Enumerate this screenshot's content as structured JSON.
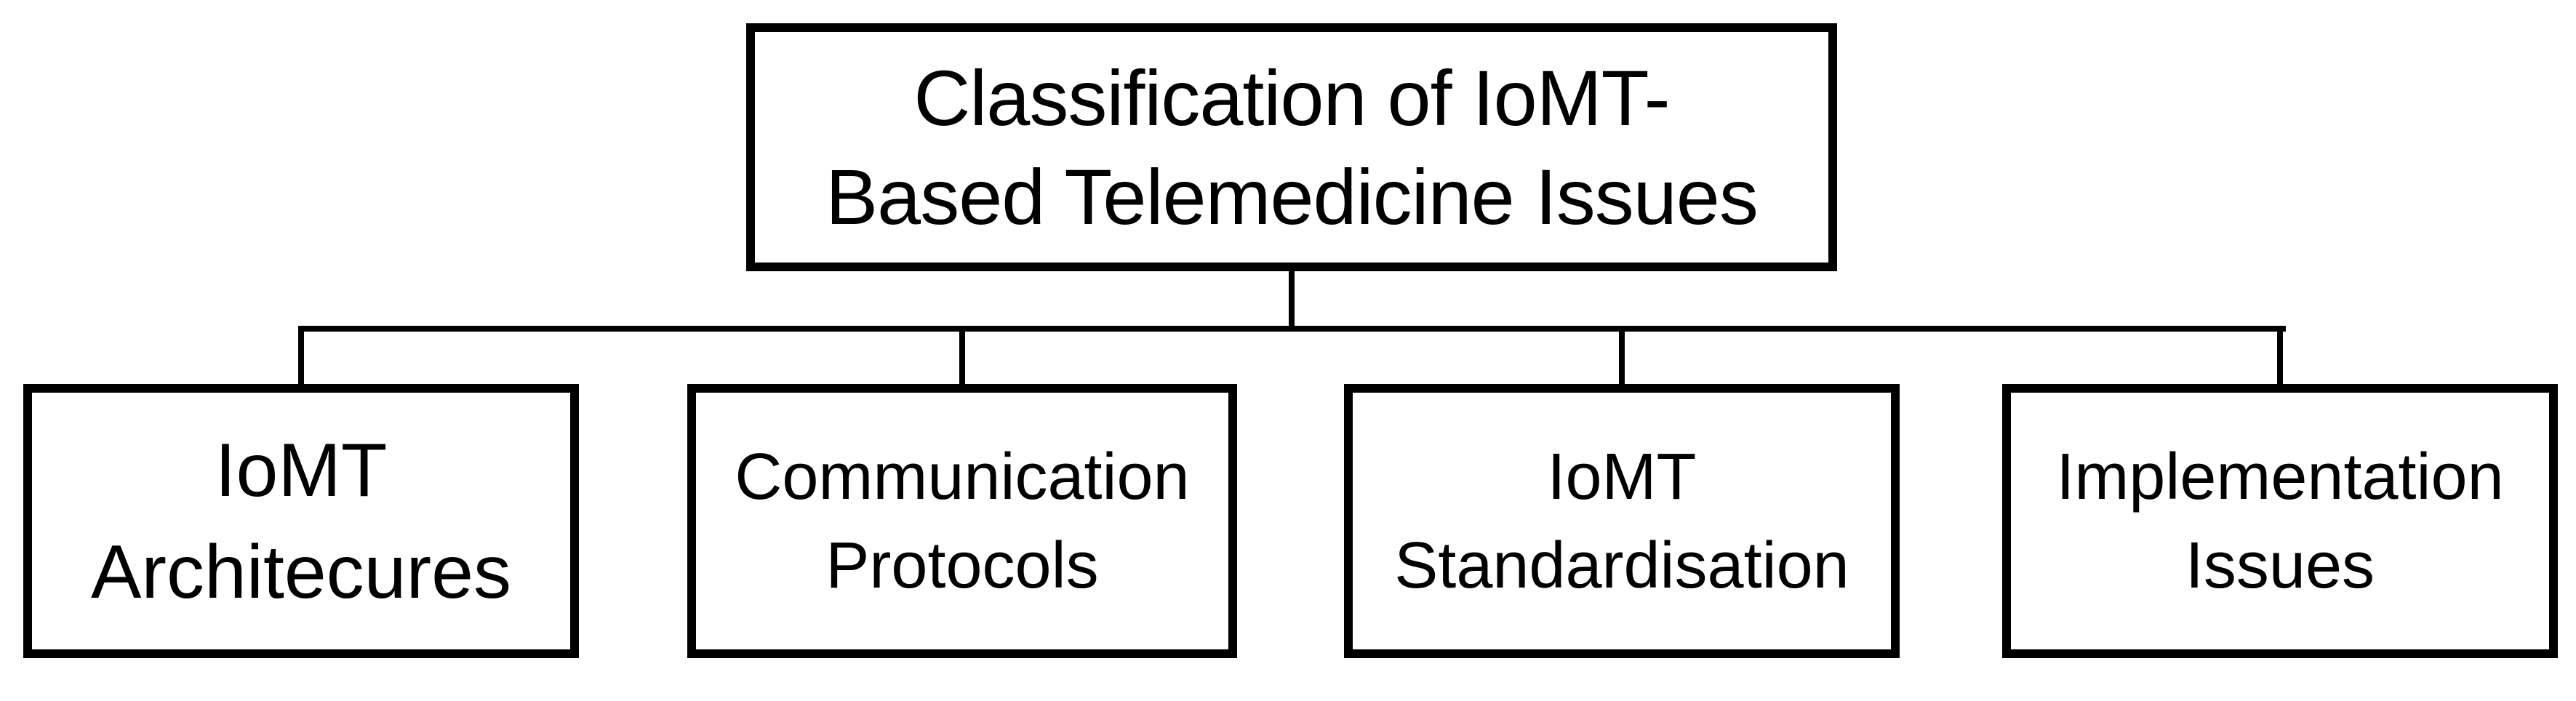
{
  "diagram": {
    "root": {
      "label": "Classification of IoMT-\nBased Telemedicine Issues"
    },
    "children": [
      {
        "label": "IoMT\nArchitecures"
      },
      {
        "label": "Communication\nProtocols"
      },
      {
        "label": "IoMT\nStandardisation"
      },
      {
        "label": "Implementation\nIssues"
      }
    ]
  },
  "colors": {
    "line": "#000000",
    "background": "#ffffff",
    "text": "#000000"
  }
}
